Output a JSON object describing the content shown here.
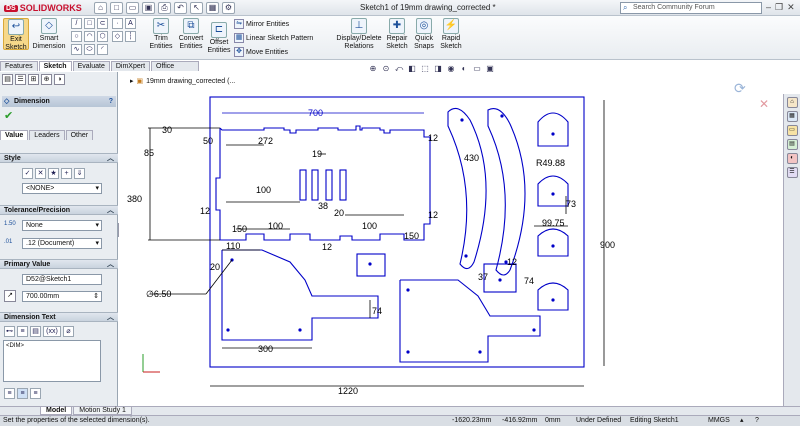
{
  "app": {
    "name": "SOLIDWORKS",
    "logo_prefix": "DS",
    "document_title": "Sketch1 of 19mm drawing_corrected *"
  },
  "search": {
    "placeholder": "Search Community Forum"
  },
  "ribbon": {
    "exit_sketch": "Exit Sketch",
    "smart_dimension": "Smart Dimension",
    "trim_entities": "Trim Entities",
    "convert_entities": "Convert Entities",
    "offset_entities": "Offset Entities",
    "mirror_entities": "Mirror Entities",
    "linear_sketch_pattern": "Linear Sketch Pattern",
    "move_entities": "Move Entities",
    "display_delete_relations": "Display/Delete Relations",
    "repair_sketch": "Repair Sketch",
    "quick_snaps": "Quick Snaps",
    "rapid_sketch": "Rapid Sketch"
  },
  "tabs": [
    "Features",
    "Sketch",
    "Evaluate",
    "DimXpert",
    "Office Products"
  ],
  "active_tab": "Sketch",
  "tree_item": "19mm drawing_corrected  (...",
  "panel": {
    "title": "Dimension",
    "help": "?",
    "subtabs": [
      "Value",
      "Leaders",
      "Other"
    ],
    "style": {
      "header": "Style",
      "value": "<NONE>"
    },
    "tolerance": {
      "header": "Tolerance/Precision",
      "tolerance_type": "None",
      "precision": ".12 (Document)"
    },
    "primary_value": {
      "header": "Primary Value",
      "name": "D52@Sketch1",
      "value": "700.00mm"
    },
    "dimension_text": {
      "header": "Dimension Text",
      "text": "<DIM>",
      "dim_button": "(xx)"
    }
  },
  "dimensions": {
    "d700": "700",
    "d30": "30",
    "d50": "50",
    "d272": "272",
    "d12a": "12",
    "d85": "85",
    "d19": "19",
    "d380": "380",
    "d100a": "100",
    "d38": "38",
    "d20a": "20",
    "d12b": "12",
    "d150a": "150",
    "d100b": "100",
    "d100c": "100",
    "d12c": "12",
    "d150b": "150",
    "d12d": "12",
    "d110": "110",
    "d20b": "20",
    "d650": "∅6.50",
    "d430": "430",
    "r4988": "R49.88",
    "d73": "73",
    "d9975": "99.75",
    "d12e": "12",
    "d37": "37",
    "d74a": "74",
    "d74b": "74",
    "d300": "300",
    "d900": "900",
    "d1220": "1220"
  },
  "bottom_tabs": [
    "Model",
    "Motion Study 1"
  ],
  "status": {
    "message": "Set the properties of the selected dimension(s).",
    "x": "-1620.23mm",
    "y": "-416.92mm",
    "z": "0mm",
    "state": "Under Defined",
    "editing": "Editing Sketch1",
    "units": "MMGS"
  },
  "colors": {
    "sketch": "#0000c8",
    "dimension": "#000000",
    "active_button": "#f6d88a"
  }
}
